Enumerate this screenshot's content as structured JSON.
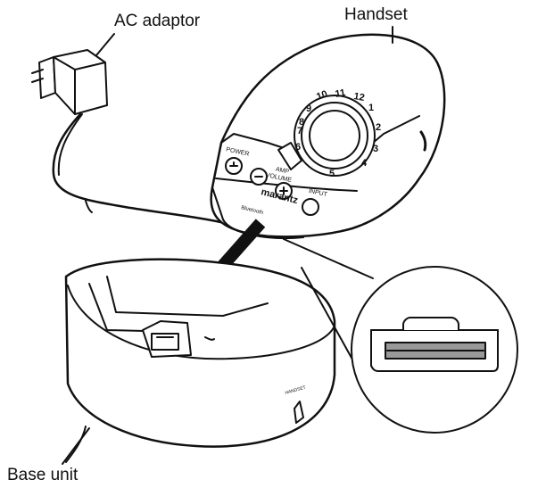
{
  "labels": {
    "ac_adaptor": "AC adaptor",
    "handset": "Handset",
    "base_unit": "Base unit"
  },
  "handset": {
    "brand": "marantz",
    "bluetooth": "Bluetooth",
    "buttons": {
      "power": "POWER",
      "amp": "AMP",
      "volume": "VOLUME",
      "input": "INPUT"
    },
    "dial_numbers": [
      "10",
      "11",
      "12",
      "1",
      "2",
      "3",
      "4",
      "5",
      "6",
      "7",
      "8",
      "9"
    ]
  },
  "base_unit": {
    "switch_label": "HANDSET"
  }
}
